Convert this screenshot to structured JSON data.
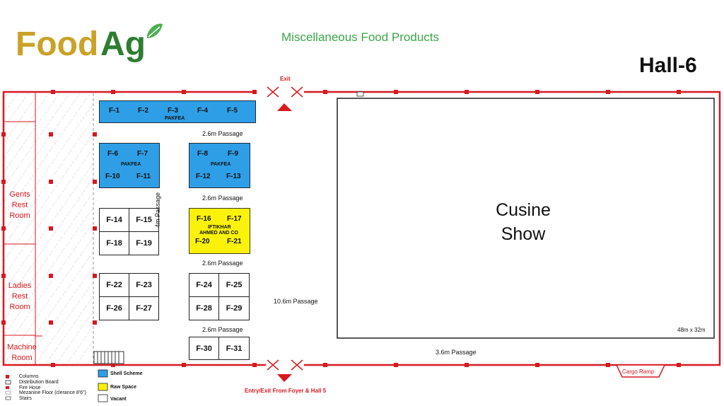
{
  "brand": {
    "name_food": "Food",
    "name_ag": "Ag",
    "food_color": "#c9a227",
    "ag_color": "#2e7d32"
  },
  "header": {
    "subtitle": "Miscellaneous Food Products",
    "hall": "Hall-6"
  },
  "stalls": {
    "row1": {
      "ids": [
        "F-1",
        "F-2",
        "F-3",
        "F-4",
        "F-5"
      ],
      "owner": "PAKFEA"
    },
    "block_a": {
      "top": [
        "F-6",
        "F-7"
      ],
      "bottom": [
        "F-10",
        "F-11"
      ],
      "owner": "PAKFEA"
    },
    "block_b": {
      "top": [
        "F-8",
        "F-9"
      ],
      "bottom": [
        "F-12",
        "F-13"
      ],
      "owner": "PAKFEA"
    },
    "block_c": [
      "F-14",
      "F-15",
      "F-18",
      "F-19"
    ],
    "block_d": {
      "top": [
        "F-16",
        "F-17"
      ],
      "bottom": [
        "F-20",
        "F-21"
      ],
      "owner_line1": "IFTIKHAR",
      "owner_line2": "AHMED AND CO"
    },
    "block_e": [
      "F-22",
      "F-23",
      "F-26",
      "F-27"
    ],
    "block_f": [
      "F-24",
      "F-25",
      "F-28",
      "F-29"
    ],
    "block_g": [
      "F-30",
      "F-31"
    ]
  },
  "passages": {
    "p1": "2.6m Passage",
    "p2": "2.6m Passage",
    "p3": "2.6m Passage",
    "p4": "2.6m Passage",
    "vertical": "4m Passage",
    "wide": "10.6m Passage",
    "bottom": "3.6m Passage"
  },
  "rooms": {
    "gents": [
      "Gents",
      "Rest",
      "Room"
    ],
    "ladies": [
      "Ladies",
      "Rest",
      "Room"
    ],
    "machine": [
      "Machine",
      "Room"
    ]
  },
  "cusine": {
    "line1": "Cusine",
    "line2": "Show",
    "dims": "48m x 32m"
  },
  "exits": {
    "top": "Exit",
    "bottom": "Entry/Exit From Foyer & Hall 5",
    "ramp": "Cargo Ramp"
  },
  "legend": {
    "left": [
      "Columns",
      "Distribution Board",
      "Fire Hose",
      "Mezanine Floor (clerance 8'6\")",
      "Stairs"
    ],
    "right": [
      "Shell Scheme",
      "Raw Space",
      "Vacant"
    ]
  },
  "colors": {
    "wall": "#d71920",
    "shell": "#2e9ee6",
    "raw": "#fbf20b",
    "vacant": "#ffffff",
    "passage_text": "#111111"
  }
}
